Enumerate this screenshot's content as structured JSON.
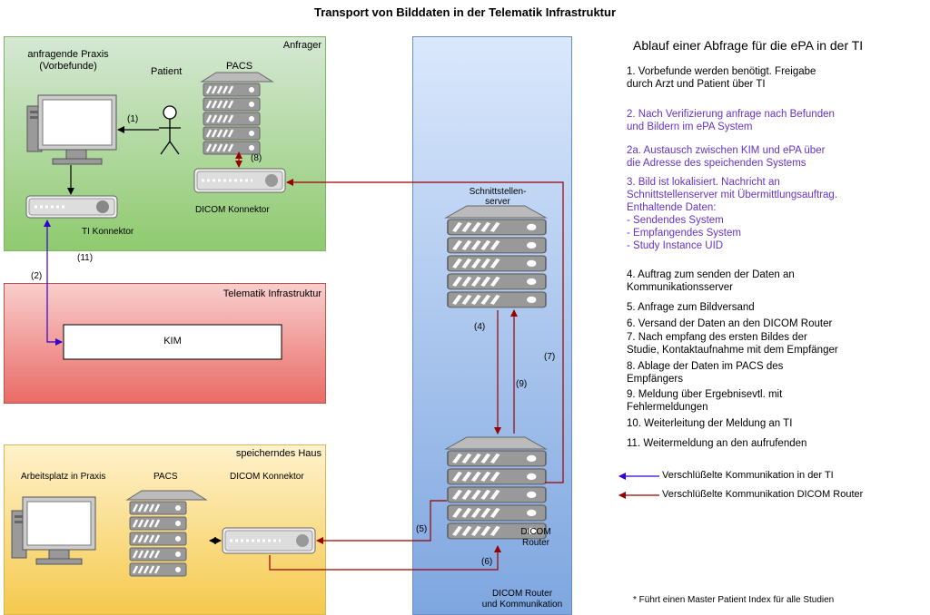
{
  "title": "Transport von Bilddaten in der Telematik Infrastruktur",
  "colors": {
    "requester_bg_top": "#d5e8d4",
    "requester_bg_bottom": "#8fca6f",
    "ti_bg_top": "#f8cecc",
    "ti_bg_bottom": "#ea6b66",
    "storing_bg_top": "#fff2cc",
    "storing_bg_bottom": "#f5c94d",
    "router_bg_top": "#dae8fc",
    "router_bg_bottom": "#7ea6e0",
    "ti_arrow": "#3300cc",
    "dicom_arrow": "#990000",
    "purple_text": "#6633cc"
  },
  "panels": {
    "requester": {
      "corner_label": "Anfrager",
      "praxis_label": "anfragende Praxis\n(Vorbefunde)",
      "patient_label": "Patient",
      "pacs_label": "PACS",
      "dicom_connector_label": "DICOM Konnektor",
      "ti_connector_label": "TI Konnektor"
    },
    "ti": {
      "corner_label": "Telematik Infrastruktur",
      "kim_label": "KIM"
    },
    "storing": {
      "corner_label": "speicherndes Haus",
      "workstation_label": "Arbeitsplatz in Praxis",
      "pacs_label": "PACS",
      "dicom_connector_label": "DICOM Konnektor"
    },
    "router": {
      "interface_server_label": "Schnittstellen-\nserver",
      "dicom_router_label": "DICOM\nRouter",
      "bottom_label": "DICOM Router\nund Kommunikation"
    }
  },
  "arrow_labels": {
    "a1": "(1)",
    "a2": "(2)",
    "a4": "(4)",
    "a5": "(5)",
    "a6": "(6)",
    "a7": "(7)",
    "a8": "(8)",
    "a9": "(9)",
    "a11": "(11)"
  },
  "process": {
    "heading": "Ablauf einer Abfrage für die ePA in der TI",
    "steps": [
      {
        "text": "1. Vorbefunde werden benötigt. Freigabe\ndurch Arzt und Patient über TI",
        "color": "#000000"
      },
      {
        "text": "2. Nach Verifizierung anfrage nach Befunden\nund Bildern im ePA System",
        "color": "#6633cc"
      },
      {
        "text": "2a. Austausch zwischen KIM und ePA über\ndie Adresse des speichenden Systems",
        "color": "#6633cc"
      },
      {
        "text": "3. Bild ist lokalisiert. Nachricht an\nSchnittstellenserver mit Übermittlungsauftrag.\nEnthaltende Daten:\n- Sendendes System\n- Empfangendes System\n- Study Instance UID",
        "color": "#6633cc"
      },
      {
        "text": "4. Auftrag zum senden der Daten an\nKommunikationsserver",
        "color": "#000000"
      },
      {
        "text": "5. Anfrage zum Bildversand",
        "color": "#000000"
      },
      {
        "text": "6. Versand der Daten an den DICOM Router",
        "color": "#000000"
      },
      {
        "text": "7. Nach empfang des ersten Bildes der\nStudie, Kontaktaufnahme mit dem Empfänger",
        "color": "#000000"
      },
      {
        "text": "8. Ablage der Daten im PACS des\nEmpfängers",
        "color": "#000000"
      },
      {
        "text": "9. Meldung über Ergebnisevtl. mit\nFehlermeldungen",
        "color": "#000000"
      },
      {
        "text": "10. Weiterleitung der Meldung an TI",
        "color": "#000000"
      },
      {
        "text": "11. Weitermeldung an den aufrufenden",
        "color": "#000000"
      }
    ]
  },
  "legend": {
    "ti_label": "Verschlüßelte Kommunikation in der TI",
    "dicom_label": "Verschlüßelte Kommunikation DICOM Router"
  },
  "footnote": "* Führt einen Master Patient Index für alle Studien"
}
